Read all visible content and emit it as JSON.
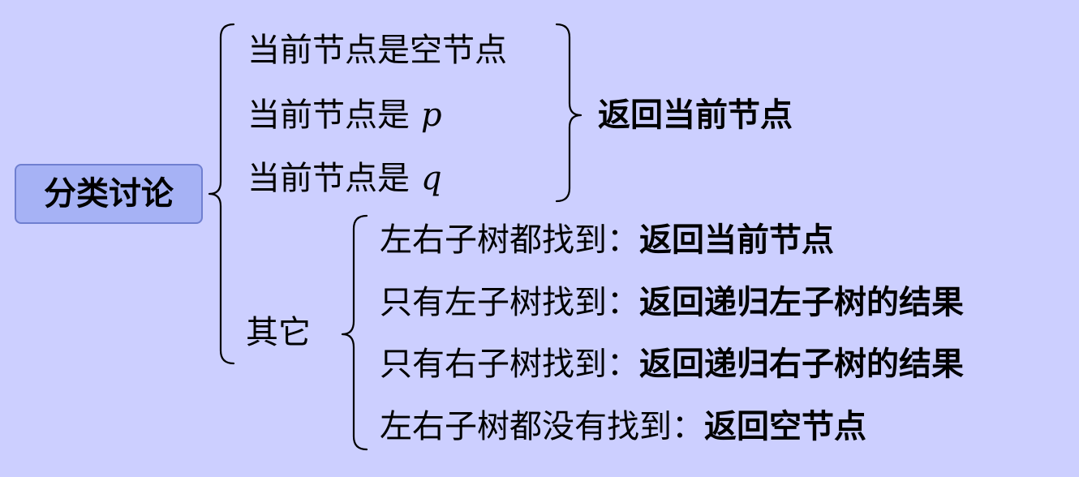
{
  "root": {
    "label": "分类讨论"
  },
  "branch_null_pq": {
    "conditions": [
      {
        "text": "当前节点是空节点",
        "math": ""
      },
      {
        "text": "当前节点是",
        "math": "p"
      },
      {
        "text": "当前节点是",
        "math": "q"
      }
    ],
    "result": "返回当前节点"
  },
  "branch_other": {
    "label": "其它",
    "cases": [
      {
        "condition": "左右子树都找到：",
        "result": "返回当前节点"
      },
      {
        "condition": "只有左子树找到：",
        "result": "返回递归左子树的结果"
      },
      {
        "condition": "只有右子树找到：",
        "result": "返回递归右子树的结果"
      },
      {
        "condition": "左右子树都没有找到：",
        "result": "返回空节点"
      }
    ]
  }
}
